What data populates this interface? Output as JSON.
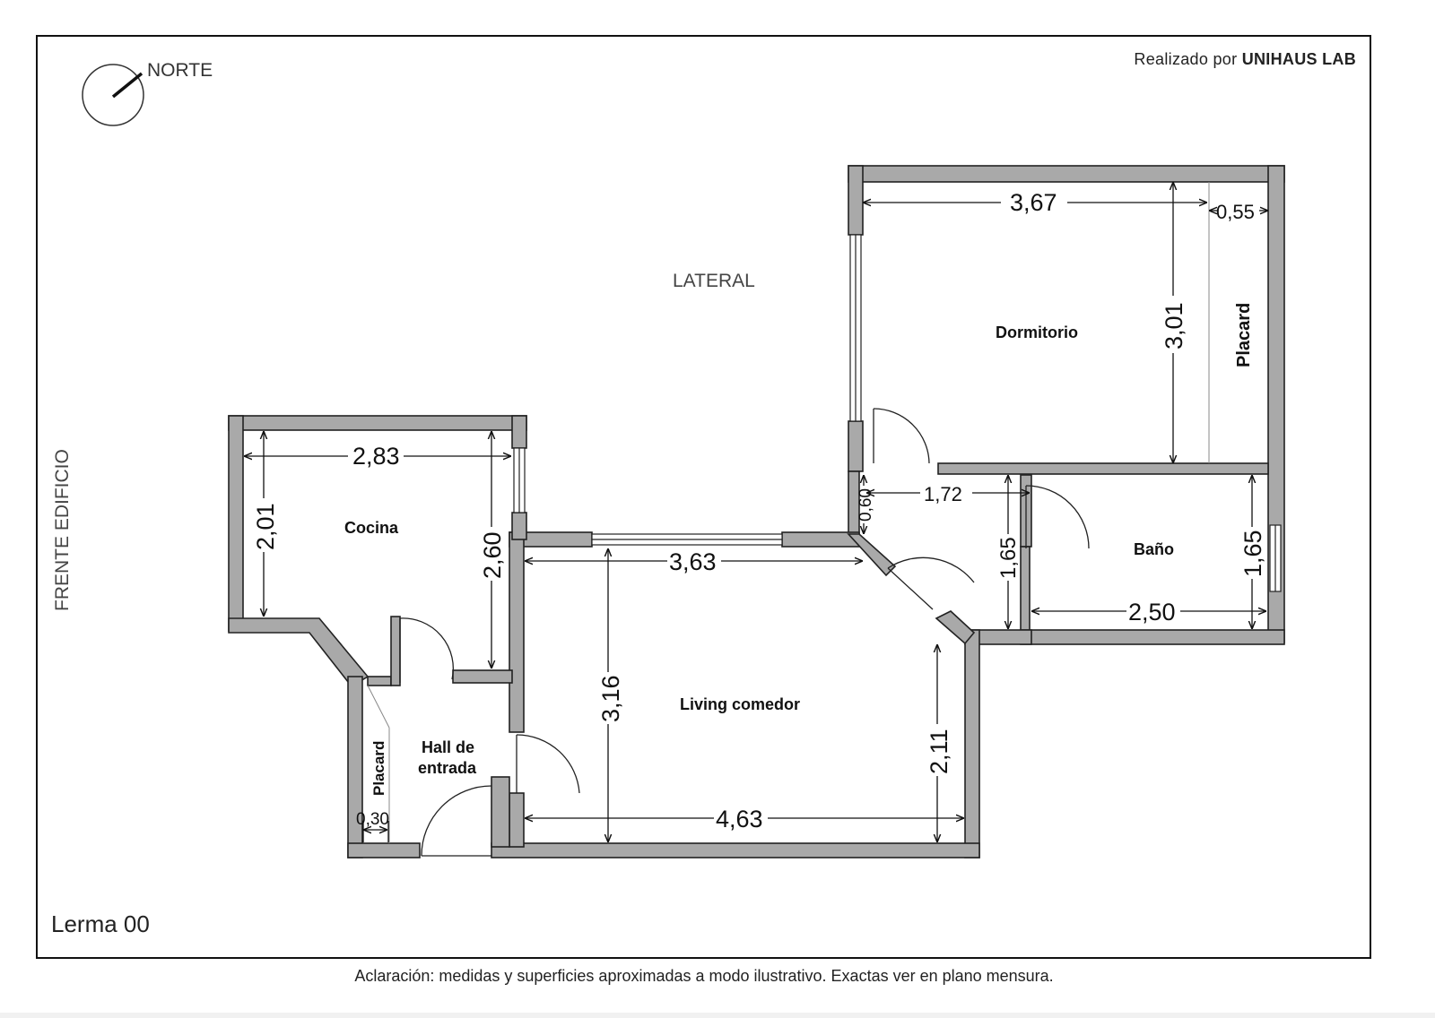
{
  "header": {
    "credit_prefix": "Realizado por",
    "credit_brand": "UNIHAUS LAB"
  },
  "compass": {
    "label": "NORTE",
    "icon": "north-arrow-icon"
  },
  "orientation": {
    "side": "LATERAL",
    "front": "FRENTE EDIFICIO"
  },
  "rooms": {
    "dormitorio": "Dormitorio",
    "placard_dormitorio": "Placard",
    "cocina": "Cocina",
    "bano": "Baño",
    "living": "Living comedor",
    "hall_line1": "Hall de",
    "hall_line2": "entrada",
    "placard_hall": "Placard"
  },
  "dimensions": {
    "dormitorio_width": "3,67",
    "dormitorio_placard_width": "0,55",
    "dormitorio_depth": "3,01",
    "cocina_width": "2,83",
    "cocina_depth_left": "2,01",
    "cocina_depth_right": "2,60",
    "living_top_width": "3,63",
    "living_depth": "3,16",
    "living_bottom_width": "4,63",
    "living_right_depth": "2,11",
    "pasillo_width": "1,72",
    "pasillo_small": "0,60",
    "pasillo_depth": "1,65",
    "bano_depth": "1,65",
    "bano_width": "2,50",
    "placard_hall_width": "0,30"
  },
  "footer": {
    "project": "Lerma 00",
    "disclaimer": "Aclaración: medidas y superficies aproximadas a modo ilustrativo. Exactas ver en plano mensura."
  },
  "colors": {
    "wall_fill": "#a9a9a9",
    "wall_stroke": "#222222",
    "dimension_line": "#111111",
    "door_line": "#222222"
  }
}
